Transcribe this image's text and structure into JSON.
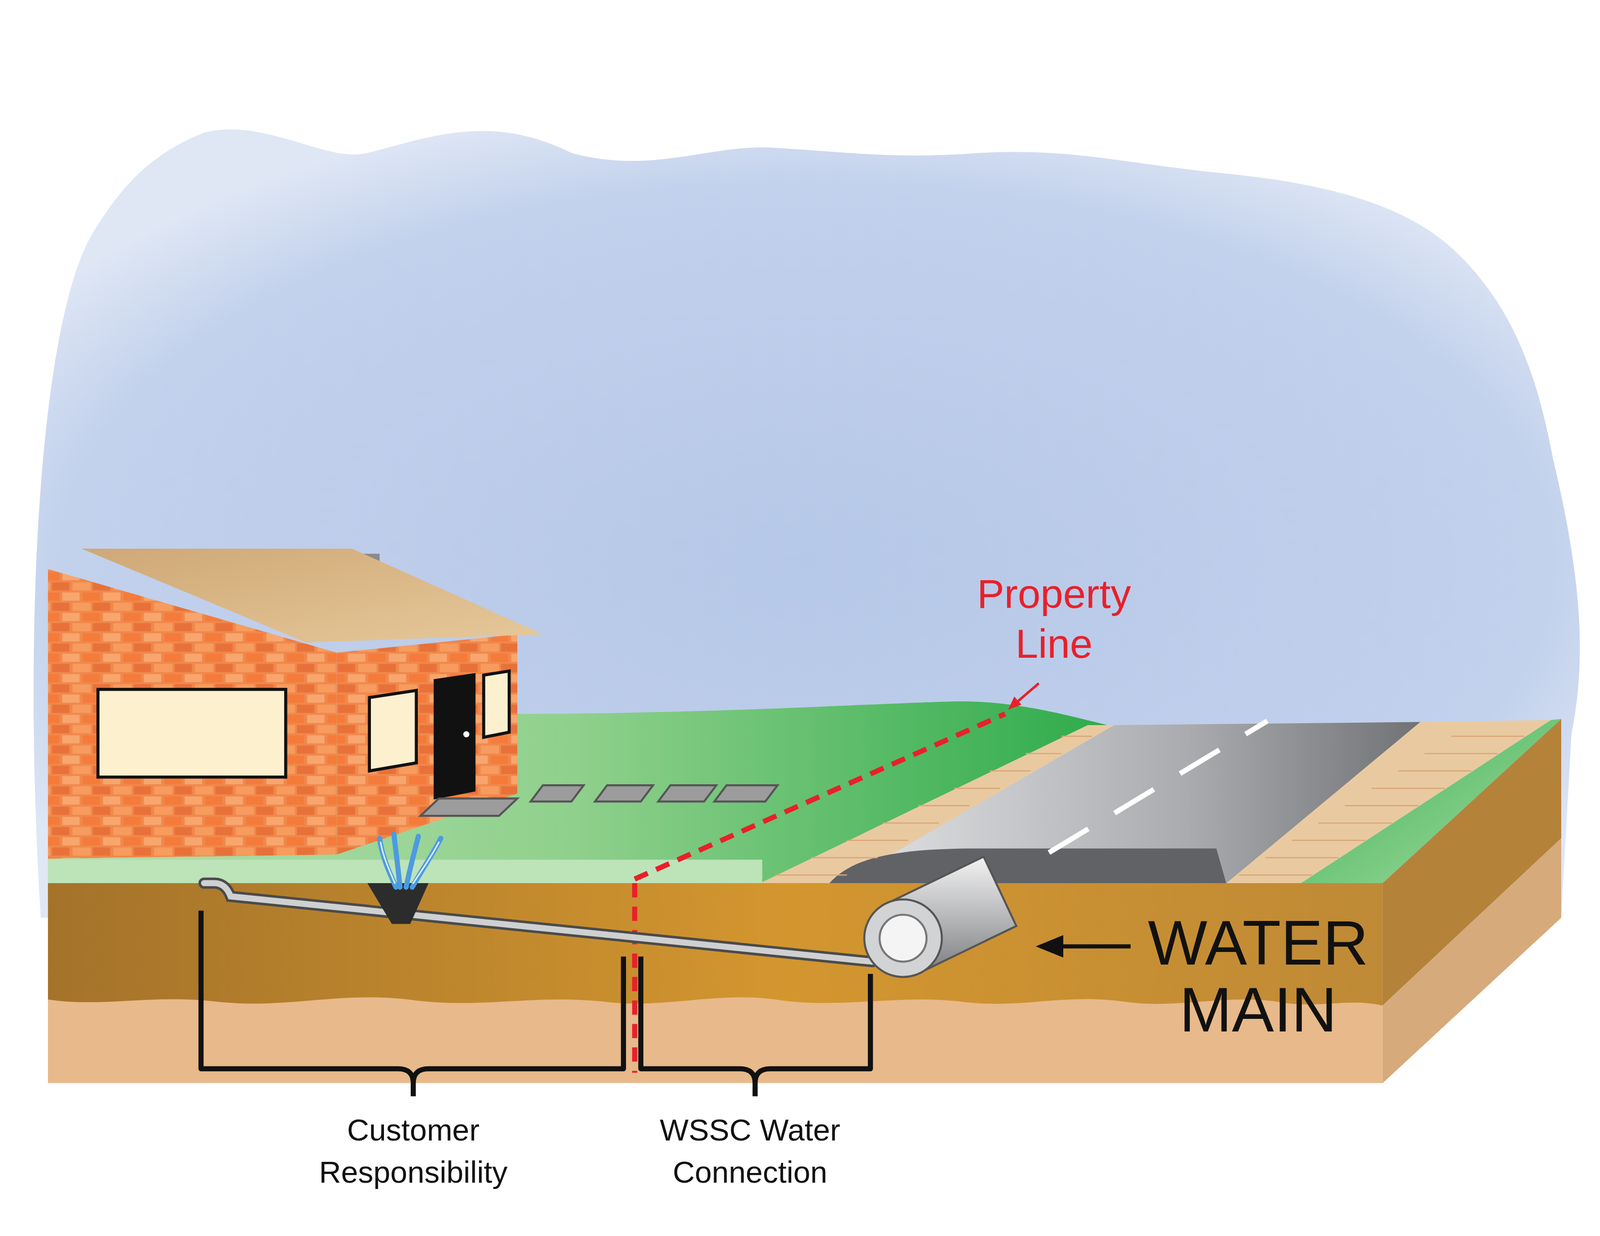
{
  "diagram": {
    "labels": [
      "Property Line",
      "WATER MAIN",
      "Customer Responsibility",
      "WSSC Water Connection"
    ]
  }
}
